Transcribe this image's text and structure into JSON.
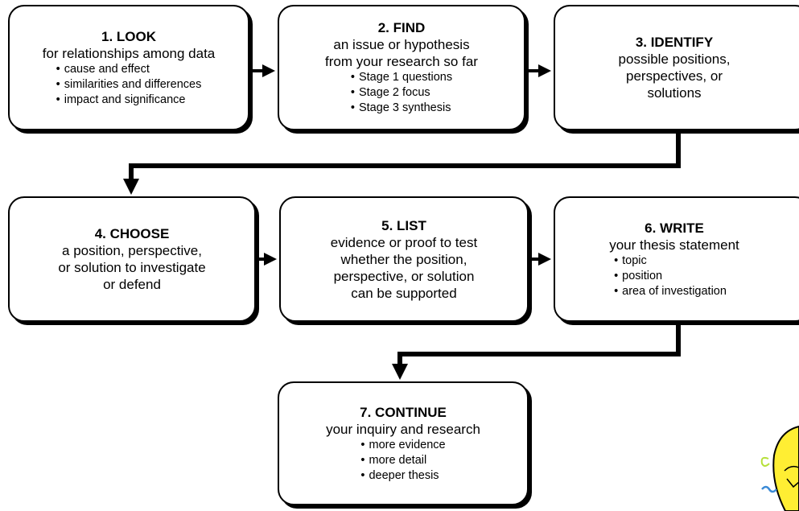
{
  "steps": [
    {
      "title": "1. LOOK",
      "lines": [
        "for relationships among data"
      ],
      "bullets": [
        "cause and effect",
        "similarities and differences",
        "impact and significance"
      ]
    },
    {
      "title": "2. FIND",
      "lines": [
        "an issue or hypothesis",
        "from your research so far"
      ],
      "bullets": [
        "Stage 1 questions",
        "Stage 2 focus",
        "Stage 3 synthesis"
      ]
    },
    {
      "title": "3. IDENTIFY",
      "lines": [
        "possible positions,",
        "perspectives, or",
        "solutions"
      ],
      "bullets": []
    },
    {
      "title": "4. CHOOSE",
      "lines": [
        "a position, perspective,",
        "or solution to investigate",
        "or defend"
      ],
      "bullets": []
    },
    {
      "title": "5. LIST",
      "lines": [
        "evidence or proof to test",
        "whether the position,",
        "perspective, or solution",
        "can be supported"
      ],
      "bullets": []
    },
    {
      "title": "6. WRITE",
      "lines": [
        "your thesis statement"
      ],
      "bullets": [
        "topic",
        "position",
        "area of investigation"
      ]
    },
    {
      "title": "7. CONTINUE",
      "lines": [
        "your inquiry and research"
      ],
      "bullets": [
        "more evidence",
        "more detail",
        "deeper thesis"
      ]
    }
  ],
  "colors": {
    "line": "#000000",
    "bulb": "#ffee33"
  },
  "decor": {
    "bulb_icon": "lightbulb-icon"
  }
}
